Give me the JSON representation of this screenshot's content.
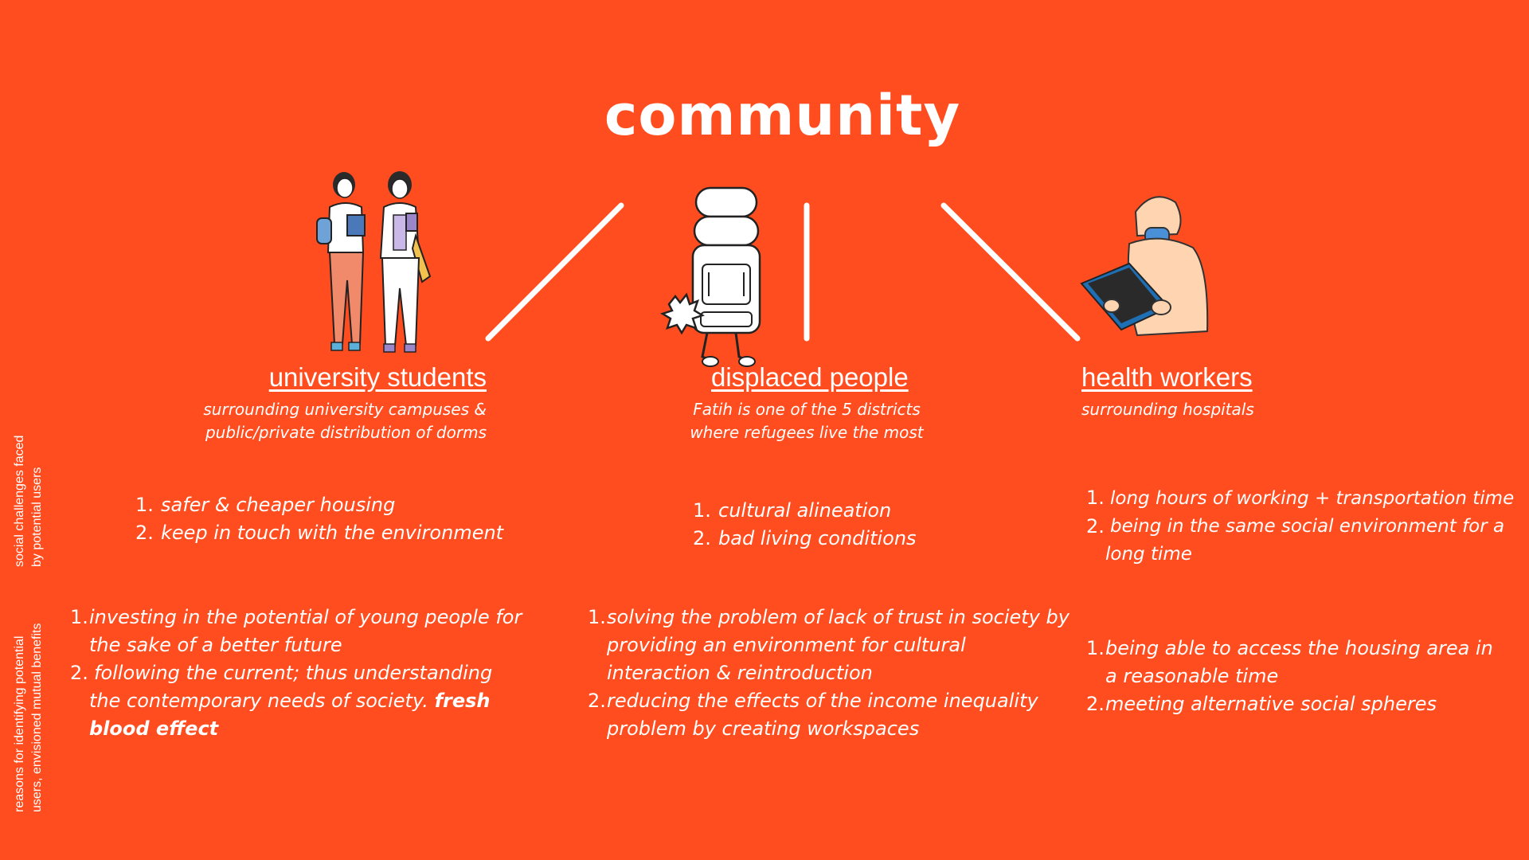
{
  "title": "community",
  "side_labels": {
    "challenges_line1": "social challenges faced",
    "challenges_line2": "by potential users",
    "benefits_line1": "reasons for identifying potential",
    "benefits_line2": "users, envisioned mutual benefits"
  },
  "groups": [
    {
      "heading": "university students",
      "subtitle_line1": "surrounding university campuses &",
      "subtitle_line2": "public/private distribution of dorms",
      "challenges": [
        {
          "num": "1.",
          "text": "safer & cheaper housing"
        },
        {
          "num": "2.",
          "text": "keep in touch with the environment"
        }
      ],
      "benefits": [
        {
          "num": "1.",
          "line1": "investing in the potential of young people for",
          "line2": "the sake of a better future"
        },
        {
          "num": "2.",
          "line1": "following the current; thus understanding",
          "line2": "the contemporary needs of society.",
          "bold1": "fresh",
          "bold2": "blood effect"
        }
      ]
    },
    {
      "heading": "displaced people",
      "subtitle_line1": "Fatih is one of the 5 districts",
      "subtitle_line2": "where refugees live the most",
      "challenges": [
        {
          "num": "1.",
          "text": "cultural alineation"
        },
        {
          "num": "2.",
          "text": "bad living conditions"
        }
      ],
      "benefits": [
        {
          "num": "1.",
          "line1": "solving the problem of lack of trust in society by",
          "line2": "providing an environment for cultural",
          "line3": "interaction & reintroduction"
        },
        {
          "num": "2.",
          "line1": "reducing the effects of the income inequality",
          "line2": "problem by creating workspaces"
        }
      ]
    },
    {
      "heading": "health workers",
      "subtitle_line1": "surrounding hospitals",
      "challenges": [
        {
          "num": "1.",
          "text": "long hours of working + transportation time"
        },
        {
          "num": "2.",
          "line1": "being in the same social environment for a",
          "line2": "long time"
        }
      ],
      "benefits": [
        {
          "num": "1.",
          "line1": "being able to access the housing area in",
          "line2": "a reasonable time"
        },
        {
          "num": "2.",
          "text": "meeting alternative social spheres"
        }
      ]
    }
  ],
  "icons": [
    "students-illustration-icon",
    "backpacker-illustration-icon",
    "health-worker-illustration-icon"
  ],
  "colors": {
    "background": "#FF4D1F",
    "foreground": "#FFFFFF"
  }
}
